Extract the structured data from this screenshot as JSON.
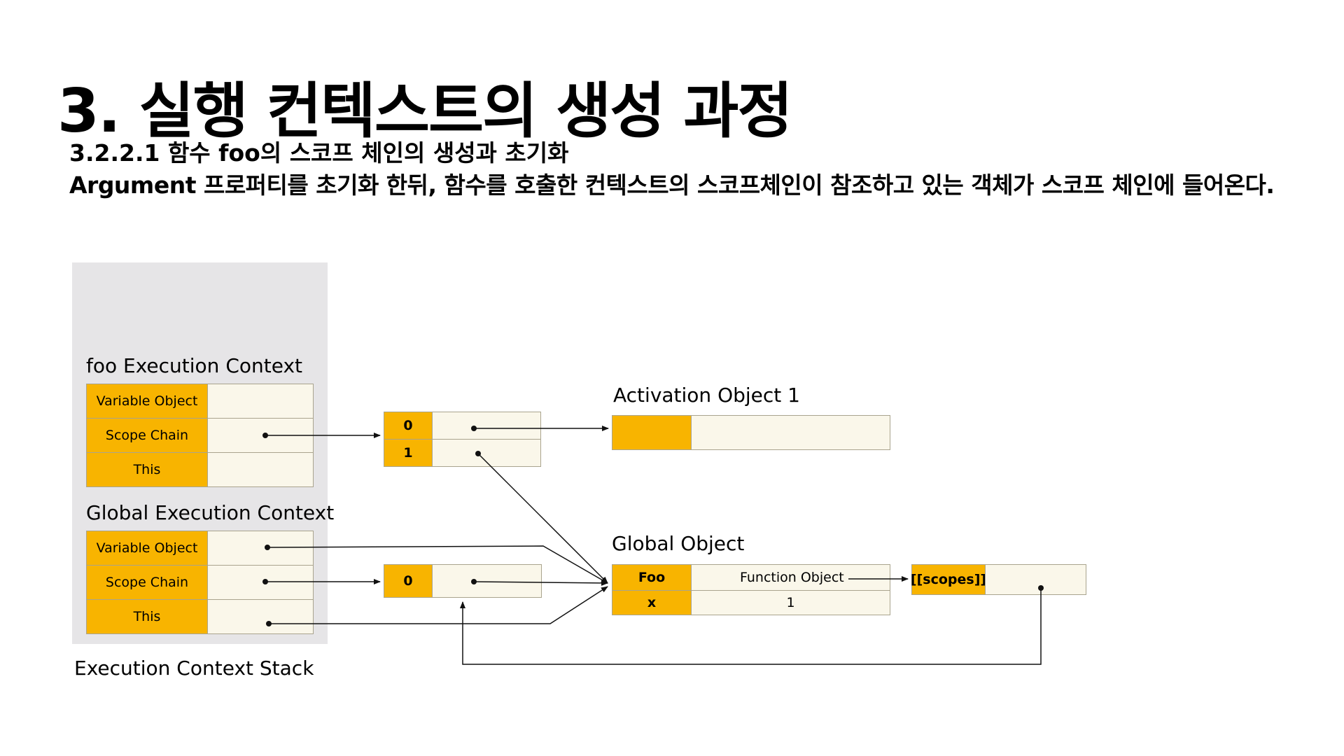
{
  "title": "3. 실행 컨텍스트의 생성 과정",
  "subtitle": "3.2.2.1 함수 foo의 스코프 체인의 생성과 초기화",
  "description": "Argument 프로퍼티를 초기화 한뒤, 함수를 호출한 컨텍스트의 스코프체인이 참조하고 있는 객체가 스코프 체인에 들어온다.",
  "foo_context": {
    "heading": "foo Execution Context",
    "rows": [
      "Variable Object",
      "Scope Chain",
      "This"
    ]
  },
  "global_context": {
    "heading": "Global Execution Context",
    "rows": [
      "Variable Object",
      "Scope Chain",
      "This"
    ]
  },
  "stack_label": "Execution Context Stack",
  "foo_scope_chain": [
    "0",
    "1"
  ],
  "global_scope_chain": [
    "0"
  ],
  "activation_object": {
    "heading": "Activation Object 1"
  },
  "global_object": {
    "heading": "Global Object",
    "rows": [
      {
        "key": "Foo",
        "value": "Function Object"
      },
      {
        "key": "x",
        "value": "1"
      }
    ]
  },
  "scopes_box": {
    "key": "[[scopes]]"
  },
  "colors": {
    "key_fill": "#f8b400",
    "value_fill": "#faf7ea",
    "stack_bg": "#e6e5e7"
  }
}
